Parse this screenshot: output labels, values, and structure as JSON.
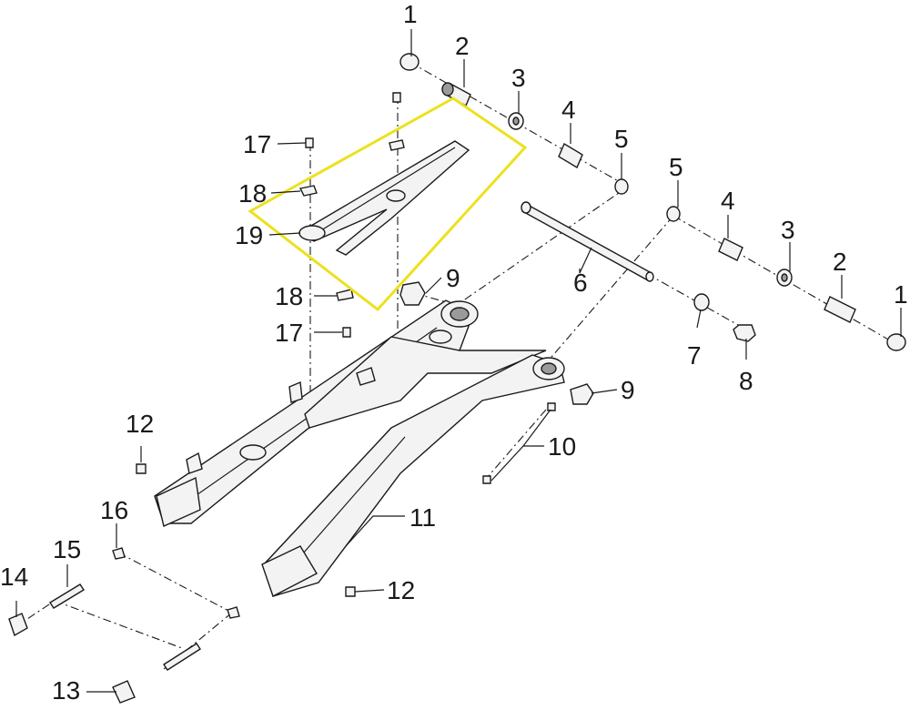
{
  "diagram": {
    "highlight_color": "#ece11d",
    "line_color": "#1a1a1a",
    "callouts": [
      {
        "id": "c1a",
        "label": "1"
      },
      {
        "id": "c2a",
        "label": "2"
      },
      {
        "id": "c3a",
        "label": "3"
      },
      {
        "id": "c4a",
        "label": "4"
      },
      {
        "id": "c5a",
        "label": "5"
      },
      {
        "id": "c5b",
        "label": "5"
      },
      {
        "id": "c4b",
        "label": "4"
      },
      {
        "id": "c3b",
        "label": "3"
      },
      {
        "id": "c2b",
        "label": "2"
      },
      {
        "id": "c1b",
        "label": "1"
      },
      {
        "id": "c6",
        "label": "6"
      },
      {
        "id": "c7",
        "label": "7"
      },
      {
        "id": "c8",
        "label": "8"
      },
      {
        "id": "c9a",
        "label": "9"
      },
      {
        "id": "c9b",
        "label": "9"
      },
      {
        "id": "c10",
        "label": "10"
      },
      {
        "id": "c11",
        "label": "11"
      },
      {
        "id": "c12a",
        "label": "12"
      },
      {
        "id": "c12b",
        "label": "12"
      },
      {
        "id": "c13",
        "label": "13"
      },
      {
        "id": "c14",
        "label": "14"
      },
      {
        "id": "c15",
        "label": "15"
      },
      {
        "id": "c16",
        "label": "16"
      },
      {
        "id": "c17a",
        "label": "17"
      },
      {
        "id": "c17b",
        "label": "17"
      },
      {
        "id": "c18a",
        "label": "18"
      },
      {
        "id": "c18b",
        "label": "18"
      },
      {
        "id": "c19",
        "label": "19"
      }
    ]
  }
}
